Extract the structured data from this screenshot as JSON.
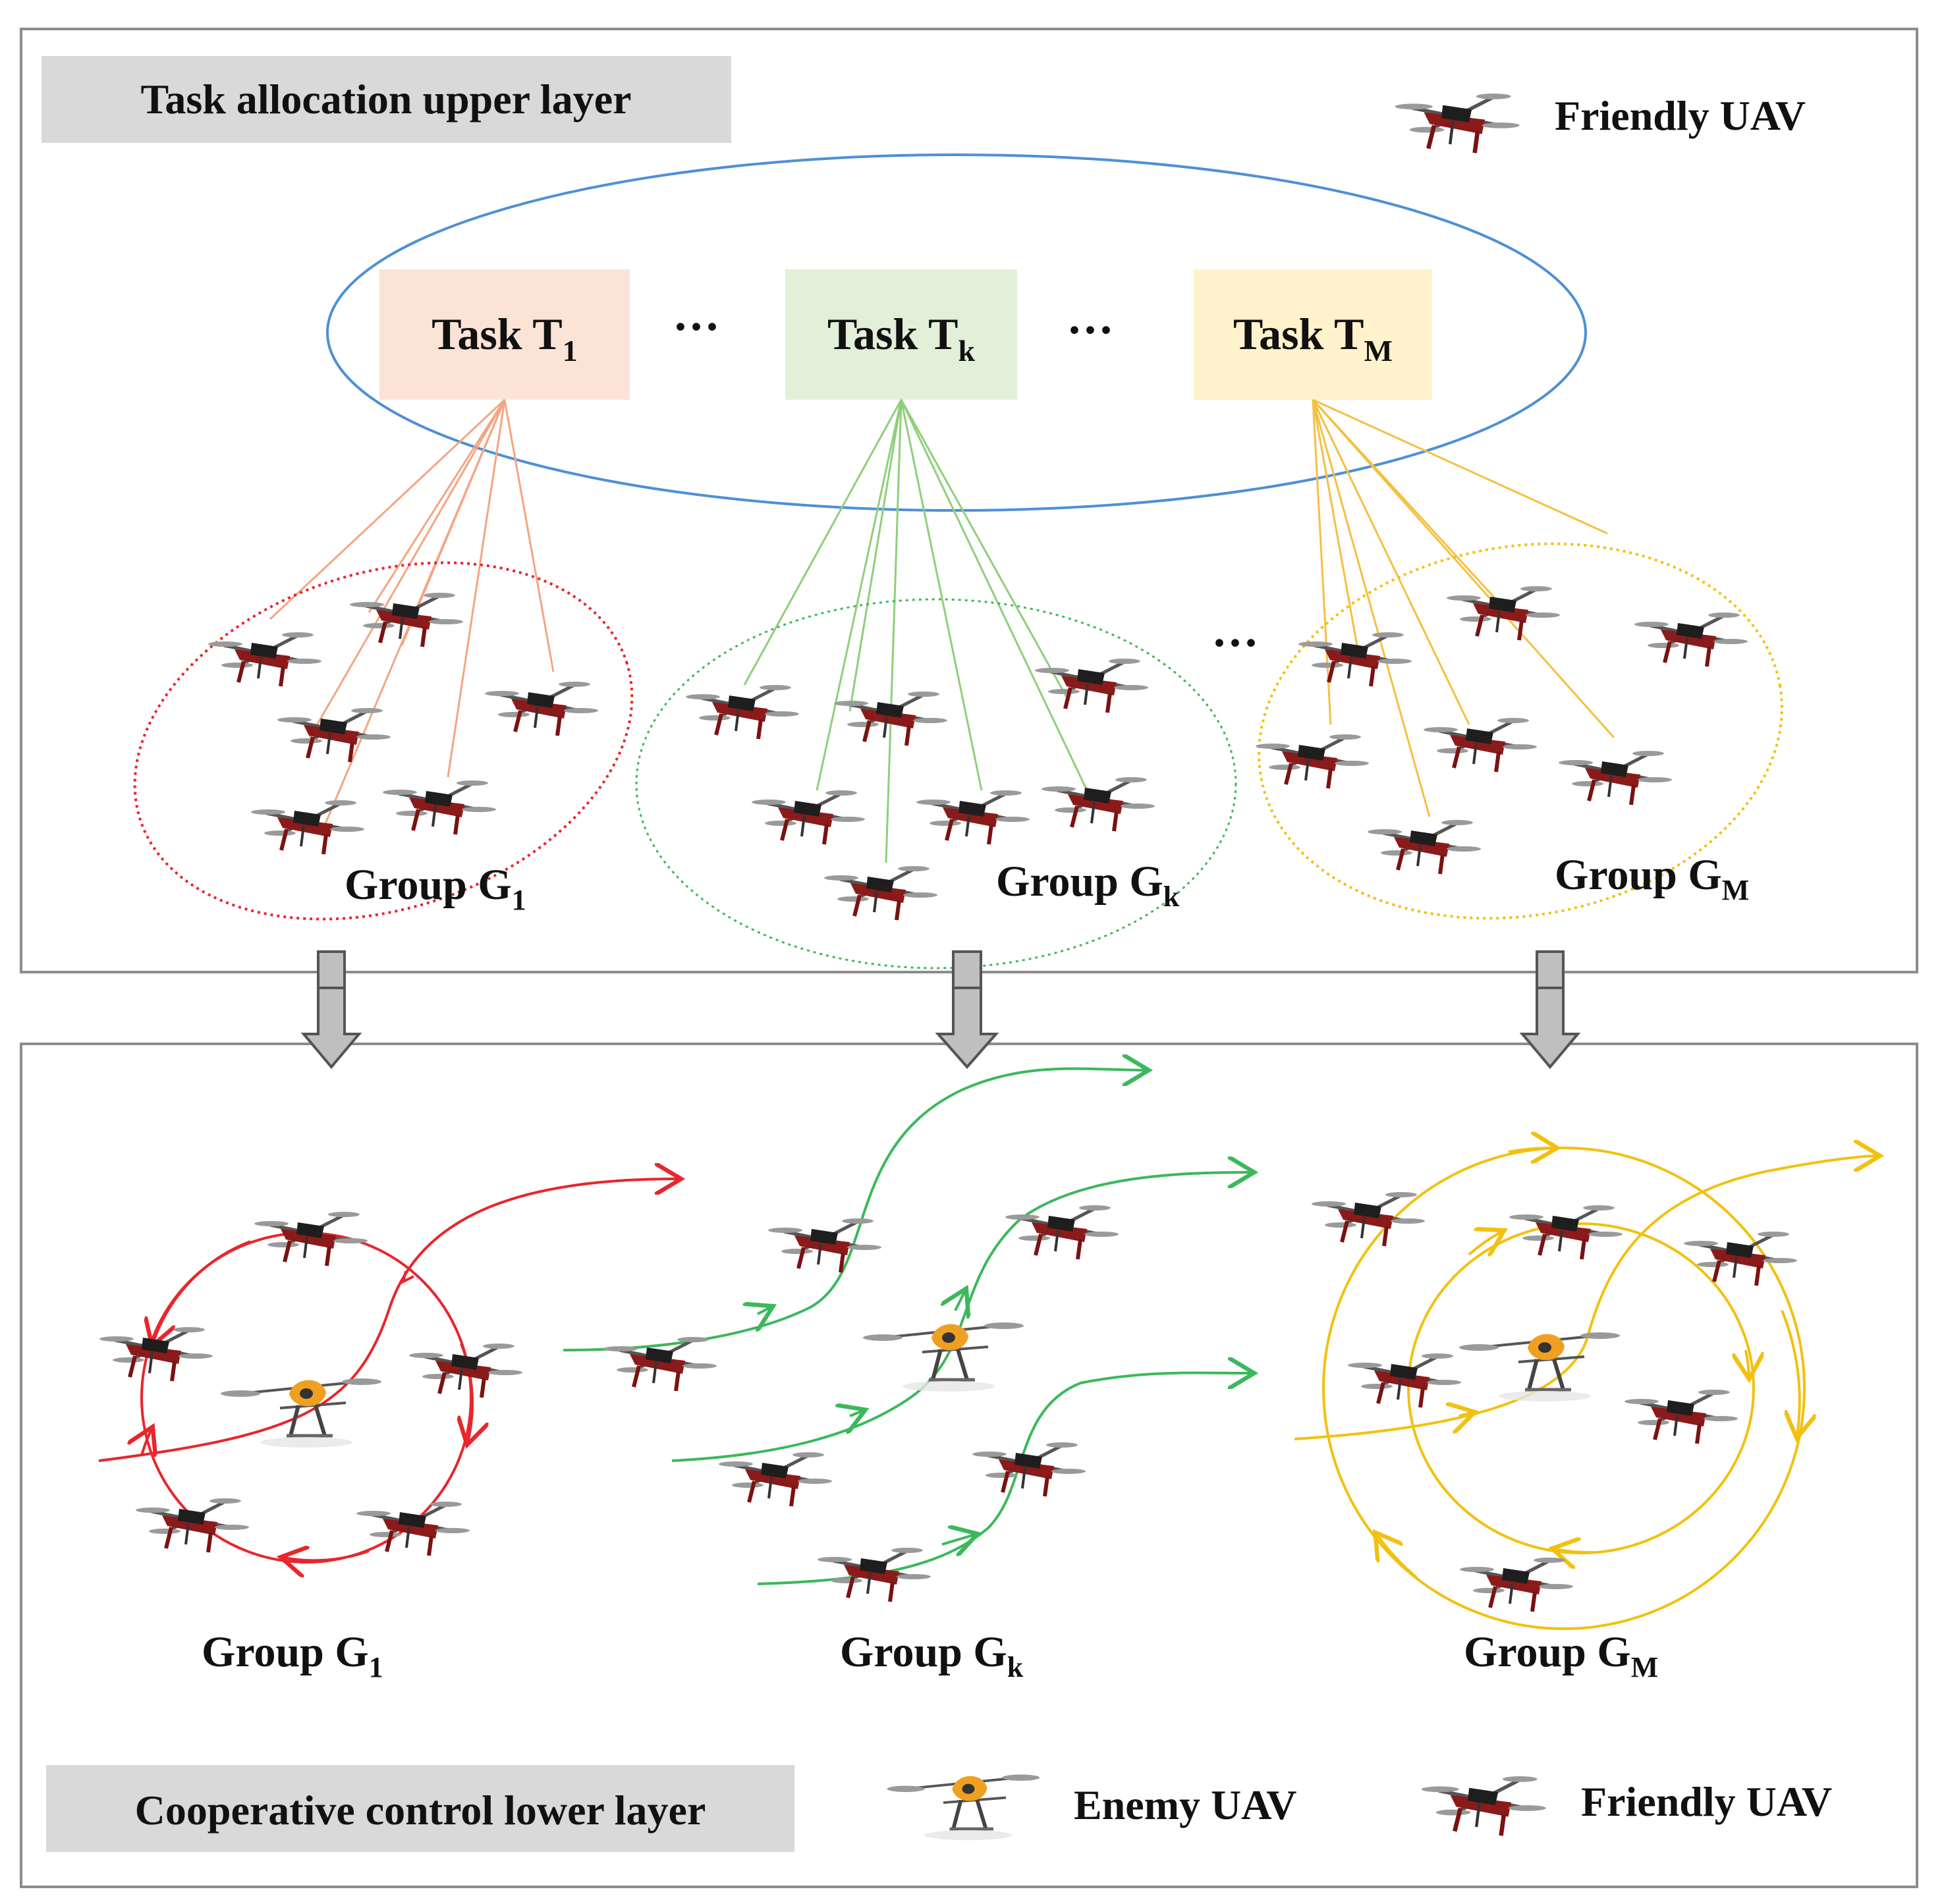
{
  "upper_layer": {
    "title": "Task allocation upper layer",
    "legend_friendly": "Friendly UAV",
    "ellipsis": "···",
    "tasks": [
      {
        "label": "Task T",
        "sub": "1",
        "fill": "#fbe3d6",
        "line": "#f4a582"
      },
      {
        "label": "Task T",
        "sub": "k",
        "fill": "#e2efd9",
        "line": "#8fcf7a"
      },
      {
        "label": "Task T",
        "sub": "M",
        "fill": "#fff2cc",
        "line": "#f5c040"
      }
    ],
    "groups": [
      {
        "label": "Group G",
        "sub": "1",
        "color": "#e8262c"
      },
      {
        "label": "Group G",
        "sub": "k",
        "color": "#3cb85c"
      },
      {
        "label": "Group G",
        "sub": "M",
        "color": "#f2c110"
      }
    ]
  },
  "lower_layer": {
    "title": "Cooperative control lower layer",
    "legend_enemy": "Enemy UAV",
    "legend_friendly": "Friendly UAV",
    "groups": [
      {
        "label": "Group G",
        "sub": "1"
      },
      {
        "label": "Group G",
        "sub": "k"
      },
      {
        "label": "Group G",
        "sub": "M"
      }
    ]
  },
  "colors": {
    "frame": "#8c8c8c",
    "title_box": "#d9d9d9",
    "task_ellipse": "#4f8fd6",
    "arrow_fill": "#bfbfbf",
    "friendly_body": "#8b1a1a",
    "enemy_body": "#f0a020"
  },
  "icons": {
    "friendly": "friendly-uav-icon",
    "enemy": "enemy-uav-icon"
  }
}
